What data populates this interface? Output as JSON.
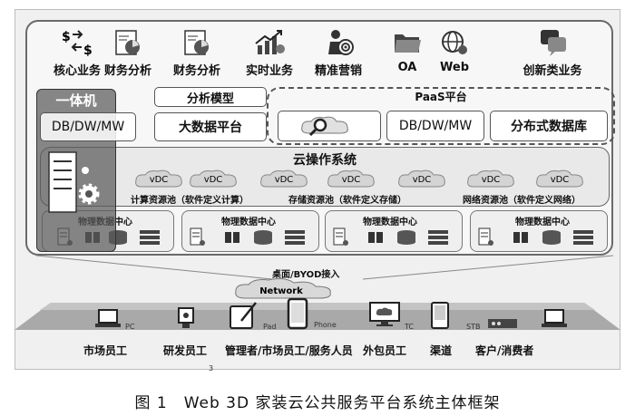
{
  "business": [
    "核心业务",
    "财务分析",
    "财务分析",
    "实时业务",
    "精准营销",
    "OA",
    "Web",
    "创新类业务"
  ],
  "analysis_model": "分析模型",
  "big_data": "大数据平台",
  "paas": "PaaS平台",
  "db_left": "DB/DW/MW",
  "db_right": "DB/DW/MW",
  "distributed_db": "分布式数据库",
  "yiti": "一体机",
  "cloud_os": "云操作系统",
  "vdc_label": "vDC",
  "pools": [
    "计算资源池（软件定义计算）",
    "存储资源池（软件定义存储）",
    "网络资源池（软件定义网络）"
  ],
  "dc_label": "物理数据中心",
  "access_label": "桌面/BYOD接入",
  "network_label": "Network",
  "device_tags": {
    "pc": "PC",
    "pad": "Pad",
    "phone": "Phone",
    "tc": "TC",
    "stb": "STB"
  },
  "users": [
    "市场员工",
    "研发员工",
    "管理者/市场员工/服务人员",
    "外包员工",
    "渠道",
    "客户/消费者"
  ],
  "page_number": "3",
  "caption": "图 1　Web 3D 家装云公共服务平台系统主体框架",
  "colors": {
    "panel": "#f7f7f7",
    "dark": "#5a5a5a",
    "band": "#a9a9a9"
  }
}
